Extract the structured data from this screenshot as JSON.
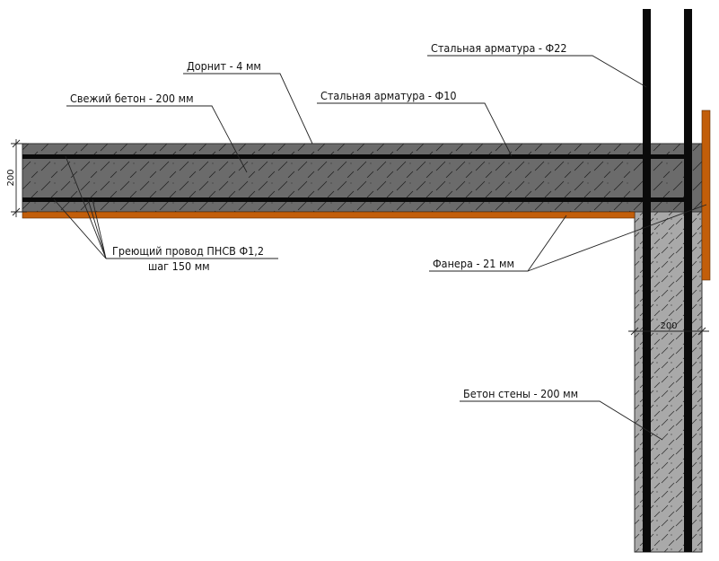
{
  "labels": {
    "steel_22": "Стальная арматура  - Ф22",
    "dornit": "Дорнит - 4 мм",
    "fresh_concrete": "Свежий бетон - 200 мм",
    "steel_10": "Стальная арматура  - Ф10",
    "heating_wire_line1": "Греющий провод ПНСВ Ф1,2",
    "heating_wire_line2": "шаг 150 мм",
    "plywood": "Фанера - 21 мм",
    "wall_concrete": "Бетон стены - 200 мм"
  },
  "dimensions": {
    "slab_thickness": "200",
    "wall_thickness": "200"
  },
  "colors": {
    "slab_concrete": "#6b6b6b",
    "wall_concrete": "#a9a9a9",
    "plywood": "#c25e0a",
    "rebar": "#0a0a0a"
  }
}
